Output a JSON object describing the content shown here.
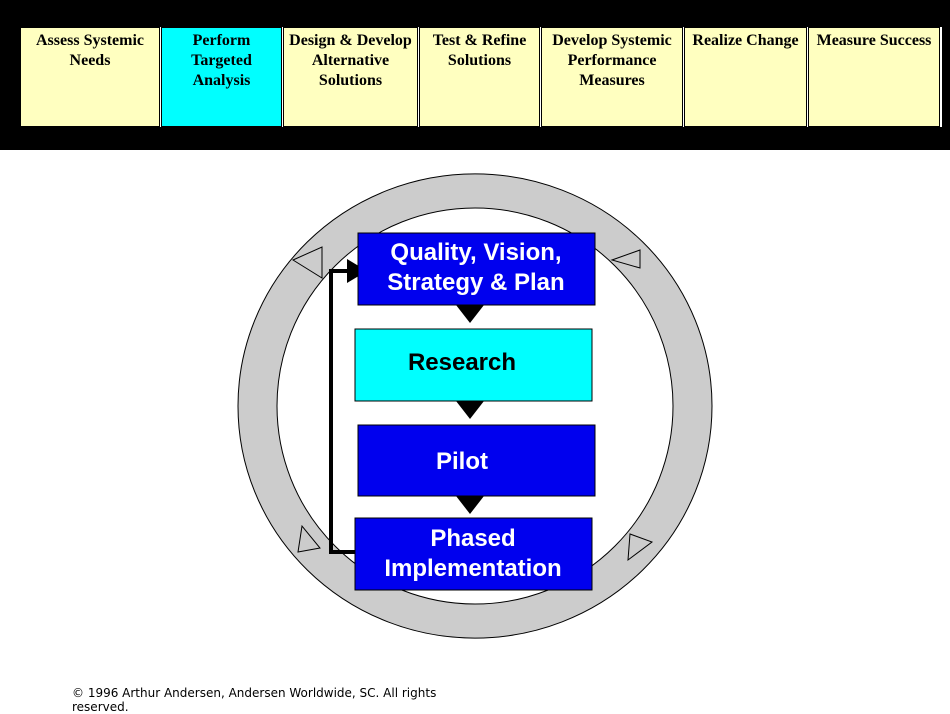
{
  "colors": {
    "band": "#000000",
    "phase_cell": "#ffffc0",
    "phase_active": "#00ffff",
    "box_blue": "#0000ee",
    "box_cyan": "#00ffff",
    "ring": "#cccccc"
  },
  "phases": [
    {
      "label": "Assess Systemic\nNeeds",
      "active": false
    },
    {
      "label": "Perform\nTargeted\nAnalysis",
      "active": true
    },
    {
      "label": "Design & Develop\nAlternative\nSolutions",
      "active": false
    },
    {
      "label": "Test & Refine\nSolutions",
      "active": false
    },
    {
      "label": "Develop Systemic\nPerformance\nMeasures",
      "active": false
    },
    {
      "label": "Realize Change",
      "active": false
    },
    {
      "label": "Measure Success",
      "active": false
    }
  ],
  "cycle": {
    "steps": [
      {
        "id": "quality",
        "lines": [
          "Quality, Vision,",
          "Strategy & Plan"
        ],
        "highlight": false
      },
      {
        "id": "research",
        "lines": [
          "Research"
        ],
        "highlight": true
      },
      {
        "id": "pilot",
        "lines": [
          "Pilot"
        ],
        "highlight": false
      },
      {
        "id": "phased",
        "lines": [
          "Phased",
          "Implementation"
        ],
        "highlight": false
      }
    ]
  },
  "footer": {
    "copyright": "© 1996 Arthur Andersen, Andersen Worldwide, SC. All rights reserved."
  }
}
